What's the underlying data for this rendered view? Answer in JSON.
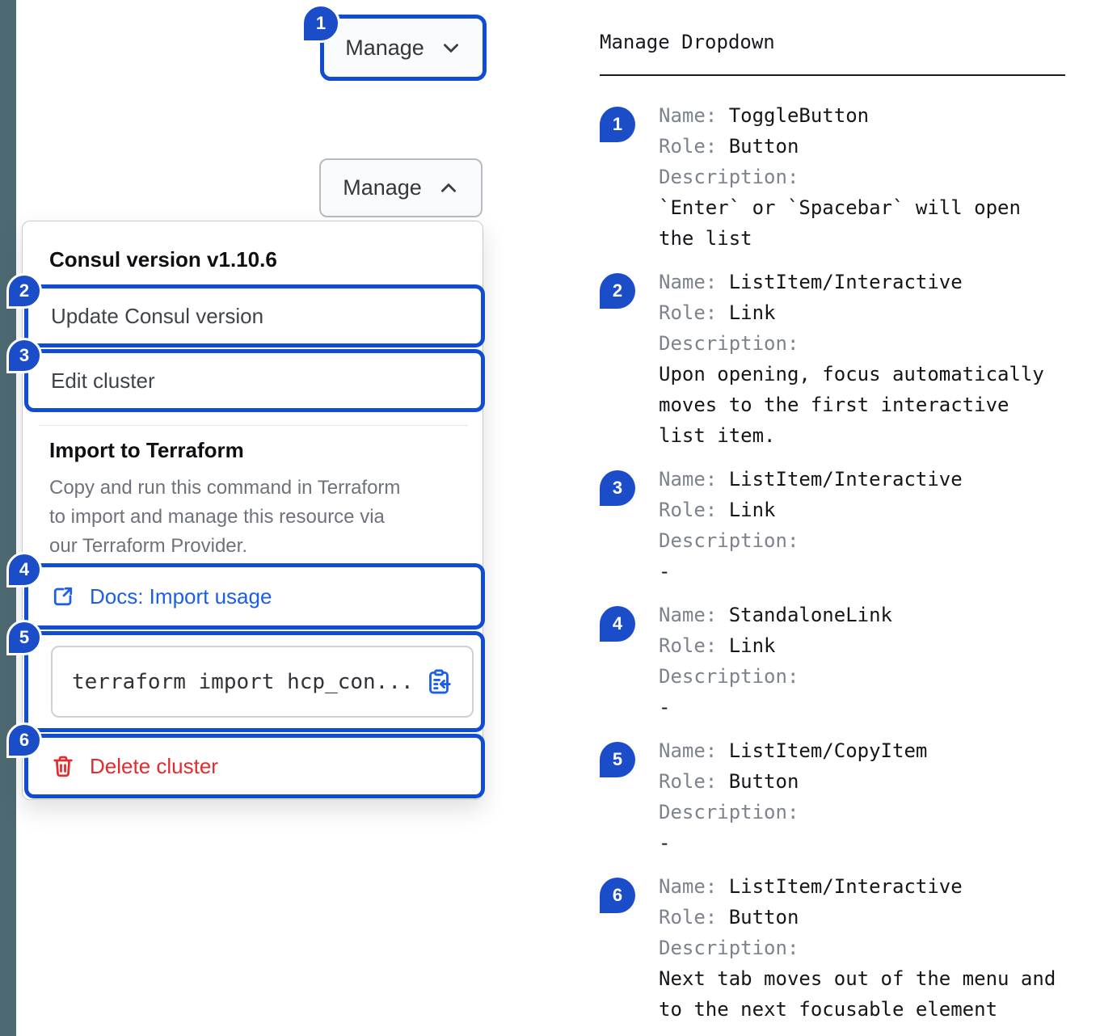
{
  "colors": {
    "accent-blue": "#1b4dc8",
    "outline-blue": "#114dd3",
    "link-blue": "#1c5ee8",
    "critical-red": "#e02c2e",
    "rail": "#4d6972"
  },
  "icons": {
    "toggle_collapsed": "chevron-down",
    "toggle_expanded": "chevron-up",
    "docs_link": "external-link",
    "copy_item": "clipboard-copy",
    "delete_item": "trash"
  },
  "toggle_collapsed": {
    "badge": "1",
    "label": "Manage"
  },
  "toggle_expanded": {
    "label": "Manage"
  },
  "dropdown": {
    "version_header": "Consul version v1.10.6",
    "items": [
      {
        "badge": "2",
        "label": "Update Consul version"
      },
      {
        "badge": "3",
        "label": "Edit cluster"
      }
    ],
    "import_section": {
      "title": "Import to Terraform",
      "description": "Copy and run this command in Terraform to import and manage this resource via our Terraform Provider.",
      "docs_link": {
        "badge": "4",
        "label": "Docs: Import usage"
      },
      "copy_item": {
        "badge": "5",
        "code": "terraform import hcp_con..."
      },
      "delete_item": {
        "badge": "6",
        "label": "Delete cluster"
      }
    }
  },
  "spec_panel": {
    "title": "Manage Dropdown",
    "labels": {
      "name": "Name:",
      "role": "Role:",
      "description": "Description:"
    },
    "items": [
      {
        "num": "1",
        "name": "ToggleButton",
        "role": "Button",
        "description": "`Enter` or `Spacebar` will open the list"
      },
      {
        "num": "2",
        "name": "ListItem/Interactive",
        "role": "Link",
        "description": "Upon opening, focus automatically moves to the first interactive list item."
      },
      {
        "num": "3",
        "name": "ListItem/Interactive",
        "role": "Link",
        "description": "-"
      },
      {
        "num": "4",
        "name": "StandaloneLink",
        "role": "Link",
        "description": "-"
      },
      {
        "num": "5",
        "name": "ListItem/CopyItem",
        "role": "Button",
        "description": "-"
      },
      {
        "num": "6",
        "name": "ListItem/Interactive",
        "role": "Button",
        "description": "Next tab moves out of the menu and to the next focusable element"
      }
    ]
  }
}
